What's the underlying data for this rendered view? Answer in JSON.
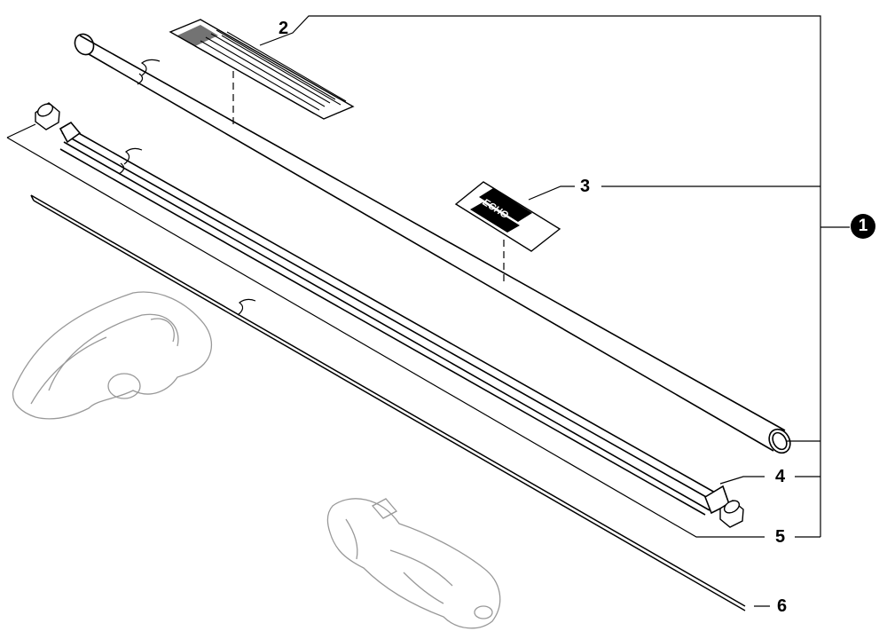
{
  "callouts": {
    "assembly": "1",
    "part_2": "2",
    "part_3": "3",
    "part_4": "4",
    "part_5": "5",
    "part_6": "6"
  },
  "decal_brand": "ECHO",
  "colors": {
    "line": "#000000",
    "background": "#ffffff",
    "badge": "#000000"
  }
}
